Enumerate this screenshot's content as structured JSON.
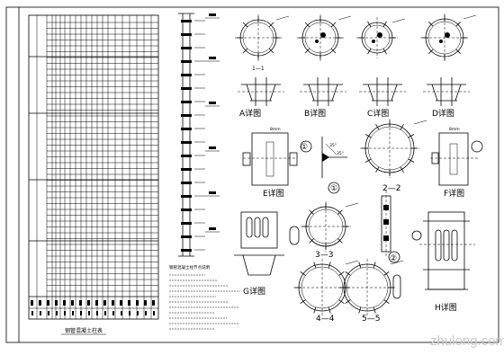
{
  "sheet": {
    "table_title": "钢管混凝土柱表",
    "note_title": "钢管混凝土柱节点说明",
    "watermark": "zhulong.com"
  },
  "details": {
    "A": "A详图",
    "B": "B详图",
    "C": "C详图",
    "D": "D详图",
    "E": "E详图",
    "F": "F详图",
    "G": "G详图",
    "H": "H详图"
  },
  "sections": {
    "s1": "1—1",
    "s2": "2—2",
    "s3": "3—3",
    "s4": "4—4",
    "s5": "5—5"
  },
  "callouts": {
    "c1": "①",
    "c2": "②",
    "ang1": "35°",
    "ang2": "35°",
    "ring": "8mm",
    "ring2": "8mm"
  }
}
